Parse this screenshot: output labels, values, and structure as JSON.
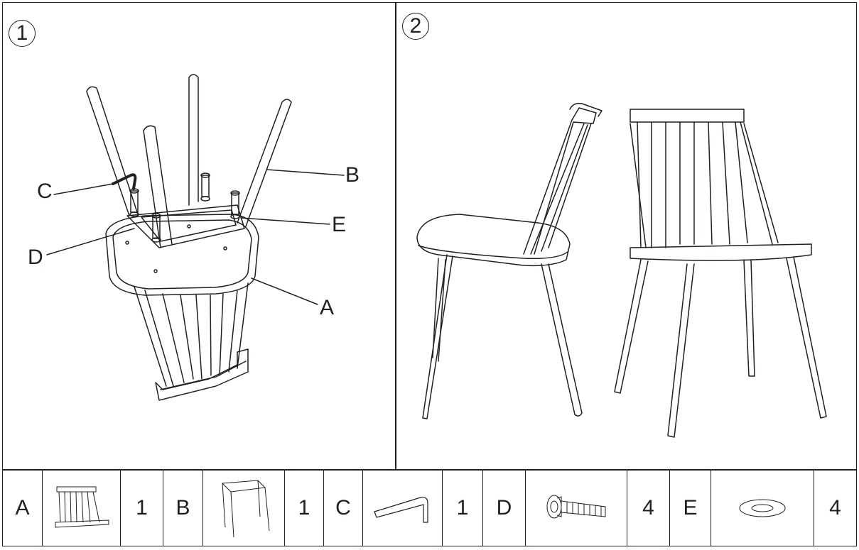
{
  "steps": {
    "step1": "1",
    "step2": "2"
  },
  "callouts": {
    "a": "A",
    "b": "B",
    "c": "C",
    "d": "D",
    "e": "E"
  },
  "parts": [
    {
      "letter": "A",
      "qty": "1",
      "icon": "chair-backrest-seat-icon"
    },
    {
      "letter": "B",
      "qty": "1",
      "icon": "leg-frame-icon"
    },
    {
      "letter": "C",
      "qty": "1",
      "icon": "allen-key-icon"
    },
    {
      "letter": "D",
      "qty": "4",
      "icon": "bolt-icon"
    },
    {
      "letter": "E",
      "qty": "4",
      "icon": "washer-icon"
    }
  ],
  "colors": {
    "ink": "#231f20",
    "background": "#ffffff"
  }
}
